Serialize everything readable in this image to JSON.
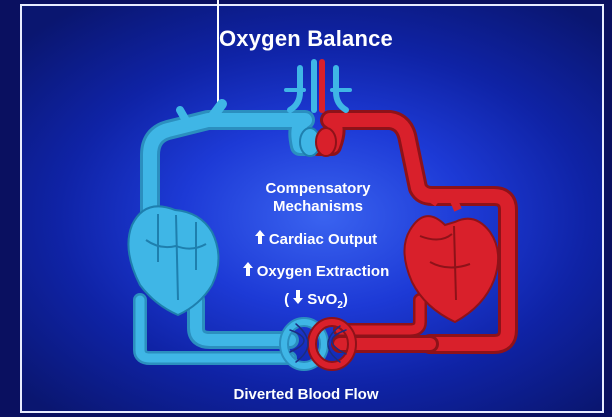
{
  "title": "Oxygen Balance",
  "mechanisms": {
    "heading_line1": "Compensatory",
    "heading_line2": "Mechanisms",
    "cardiac_output": "Cardiac Output",
    "oxygen_extraction": "Oxygen Extraction",
    "svo2_open": "(",
    "svo2_text": "SvO",
    "svo2_sub": "2",
    "svo2_close": ")"
  },
  "footer_label": "Diverted Blood Flow",
  "icons": {
    "up_arrow": "up-arrow-icon",
    "down_arrow": "down-arrow-icon",
    "lungs": "lungs-icon",
    "heart_deoxygenated": "heart-icon",
    "heart_oxygenated": "heart-icon",
    "capillaries": "capillary-bed-icon"
  },
  "colors": {
    "deoxygenated": "#3fb6e6",
    "oxygenated": "#d9202b",
    "background": "#1d3ad6",
    "text": "#ffffff"
  }
}
